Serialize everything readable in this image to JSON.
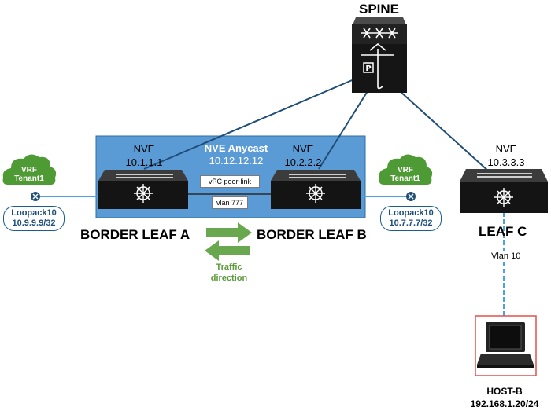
{
  "spine": {
    "label": "SPINE"
  },
  "border_leaf_a": {
    "label": "BORDER LEAF A",
    "nve_label": "NVE",
    "nve_ip": "10.1.1.1"
  },
  "border_leaf_b": {
    "label": "BORDER LEAF B",
    "nve_label": "NVE",
    "nve_ip": "10.2.2.2"
  },
  "leaf_c": {
    "label": "LEAF C",
    "nve_label": "NVE",
    "nve_ip": "10.3.3.3",
    "vlan": "Vlan 10"
  },
  "anycast": {
    "title": "NVE Anycast",
    "ip": "10.12.12.12"
  },
  "peer_link": {
    "label": "vPC peer-link"
  },
  "vlan_box": {
    "label": "vlan 777"
  },
  "vrf_left": {
    "line1": "VRF",
    "line2": "Tenant1",
    "loopback_name": "Loopack10",
    "loopback_ip": "10.9.9.9/32"
  },
  "vrf_right": {
    "line1": "VRF",
    "line2": "Tenant1",
    "loopback_name": "Loopack10",
    "loopback_ip": "10.7.7.7/32"
  },
  "traffic": {
    "line1": "Traffic",
    "line2": "direction"
  },
  "host": {
    "name": "HOST-B",
    "ip": "192.168.1.20/24"
  },
  "colors": {
    "vpc_domain_fill": "#5b9bd5",
    "link_color": "#1f4e79",
    "access_link": "#4aa3df",
    "switch_dark": "#1c1c1c",
    "cloud_green": "#4e9a34",
    "arrow_green": "#6aa84f",
    "host_frame": "#e05050"
  }
}
